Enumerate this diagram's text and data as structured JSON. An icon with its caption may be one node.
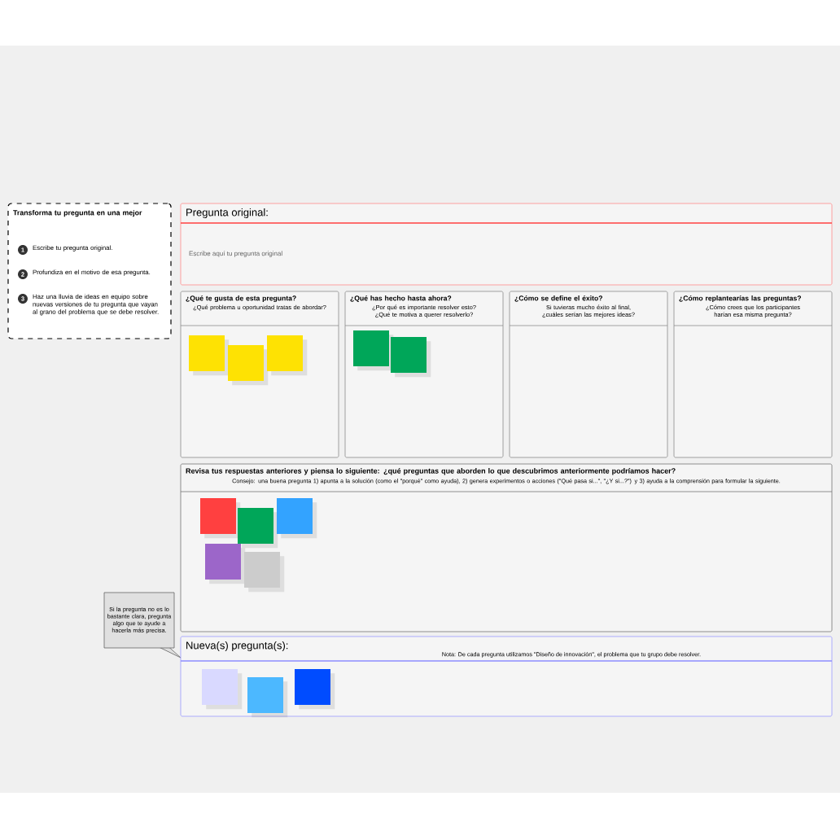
{
  "diagram": {
    "nodes": [
      {
        "text": [
          "Transforma tu pregunta en una mejor",
          "Escribe tu pregunta original.",
          "Profundiza en el motivo de esa pregunta.",
          "Haz una lluvia de ideas en equipo sobre nuevas versiones de tu pregunta que vayan al grano del problema que se debe resolver."
        ]
      },
      {
        "text": [
          "Pregunta original:",
          "Escribe aquí tu pregunta original"
        ]
      },
      {
        "text": [
          "¿Qué te gusta de esta pregunta?",
          "¿Qué problema u oportunidad tratas de abordar?"
        ]
      },
      {
        "text": [
          "¿Qué has hecho hasta ahora?",
          "¿Por qué es importante resolver esto? ¿Qué te motiva a querer resolverlo?"
        ]
      },
      {
        "text": [
          "¿Cómo se define el éxito?",
          "Si tuvieras mucho éxito al final, ¿cuáles serían las mejores ideas?"
        ]
      },
      {
        "text": [
          "¿Cómo replantearías las preguntas?",
          "¿Cómo crees que los participantes harían esa misma pregunta?"
        ]
      },
      {
        "text": [
          "Revisa tus respuestas anteriores y piensa lo siguiente: ¿qué preguntas que aborden lo que descubrimos anteriormente podríamos hacer?",
          "Consejo: una buena pregunta 1) apunta a la solución (como el \"porqué\" como ayuda), 2) genera experimentos o acciones (\"Qué pasa si...\", \"¿Y si...?\") y 3) ayuda a la comprensión para formular la siguiente."
        ]
      },
      {
        "text": [
          "Si la pregunta no es lo bastante clara, pregunta algo que te ayude a hacerla más precisa."
        ]
      },
      {
        "text": [
          "Nueva(s) pregunta(s):",
          "Nota: De cada pregunta utilizamos \"Diseño de innovación\", el problema que tu grupo debe resolver."
        ]
      }
    ],
    "labels": [
      "1",
      "2",
      "3"
    ]
  }
}
